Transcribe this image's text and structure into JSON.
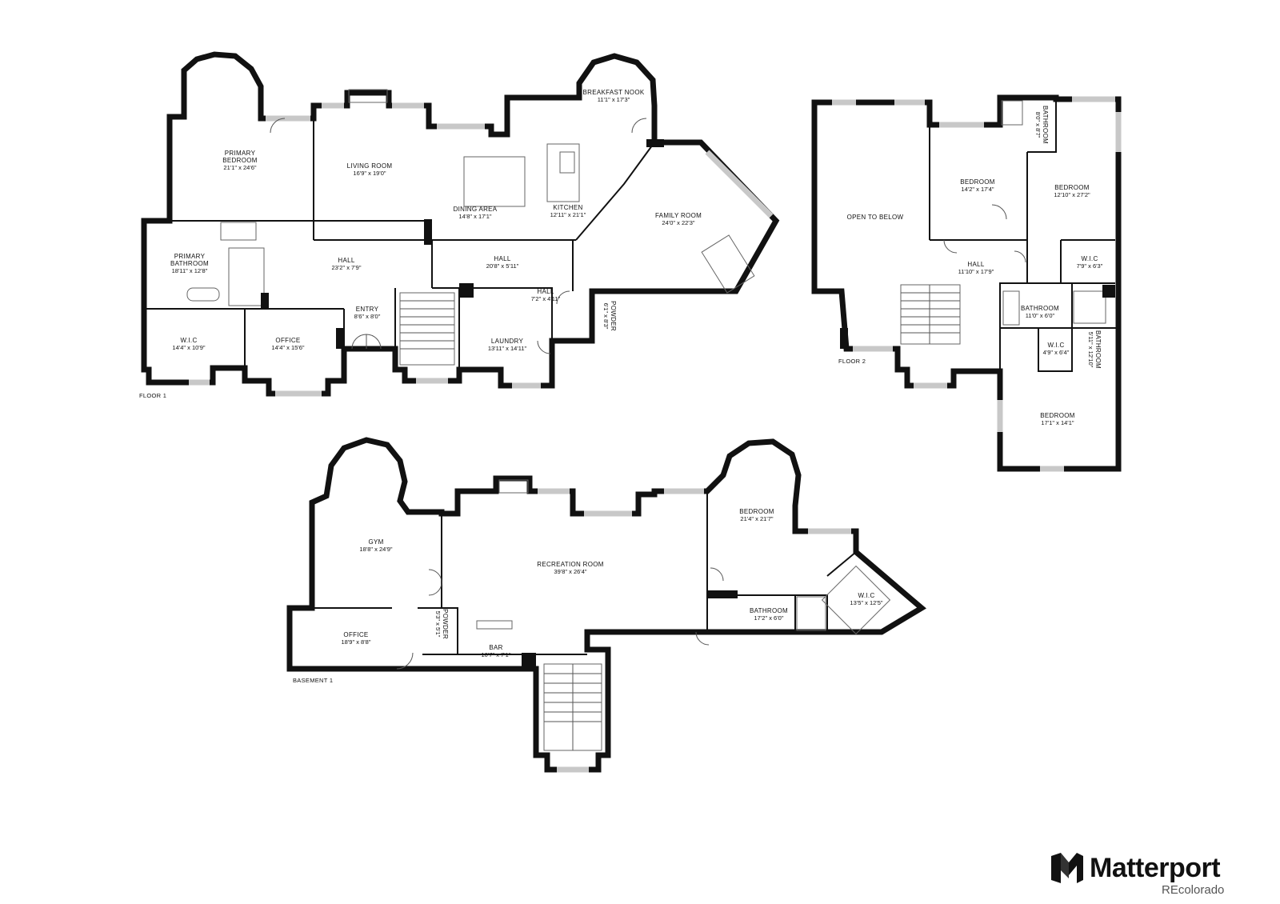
{
  "floors": [
    {
      "label": "FLOOR 1",
      "rooms": [
        {
          "name": [
            "PRIMARY",
            "BEDROOM"
          ],
          "dims": "21'1\" x 24'6\""
        },
        {
          "name": [
            "LIVING ROOM"
          ],
          "dims": "16'9\" x 19'0\""
        },
        {
          "name": [
            "BREAKFAST NOOK"
          ],
          "dims": "11'1\" x 17'3\""
        },
        {
          "name": [
            "DINING AREA"
          ],
          "dims": "14'8\" x 17'1\""
        },
        {
          "name": [
            "KITCHEN"
          ],
          "dims": "12'11\" x 21'1\""
        },
        {
          "name": [
            "FAMILY ROOM"
          ],
          "dims": "24'0\" x 22'3\""
        },
        {
          "name": [
            "PRIMARY",
            "BATHROOM"
          ],
          "dims": "18'11\" x 12'8\""
        },
        {
          "name": [
            "HALL"
          ],
          "dims": "23'2\" x 7'9\""
        },
        {
          "name": [
            "HALL"
          ],
          "dims": "20'8\" x 5'11\""
        },
        {
          "name": [
            "HALL"
          ],
          "dims": "7'2\" x 4'11\""
        },
        {
          "name": [
            "POWDER"
          ],
          "dims": "6'1\" x 8'3\""
        },
        {
          "name": [
            "ENTRY"
          ],
          "dims": "8'6\" x 8'0\""
        },
        {
          "name": [
            "W.I.C"
          ],
          "dims": "14'4\" x 10'9\""
        },
        {
          "name": [
            "OFFICE"
          ],
          "dims": "14'4\" x 15'6\""
        },
        {
          "name": [
            "LAUNDRY"
          ],
          "dims": "13'11\" x 14'11\""
        }
      ]
    },
    {
      "label": "FLOOR 2",
      "rooms": [
        {
          "name": [
            "OPEN TO BELOW"
          ],
          "dims": ""
        },
        {
          "name": [
            "BATHROOM"
          ],
          "dims": "8'0\" x 8'7\""
        },
        {
          "name": [
            "BEDROOM"
          ],
          "dims": "14'2\" x 17'4\""
        },
        {
          "name": [
            "BEDROOM"
          ],
          "dims": "12'10\" x 27'2\""
        },
        {
          "name": [
            "W.I.C"
          ],
          "dims": "7'9\" x 6'3\""
        },
        {
          "name": [
            "HALL"
          ],
          "dims": "11'10\" x 17'9\""
        },
        {
          "name": [
            "BATHROOM"
          ],
          "dims": "11'0\" x 6'0\""
        },
        {
          "name": [
            "W.I.C"
          ],
          "dims": "4'9\" x 6'4\""
        },
        {
          "name": [
            "BATHROOM"
          ],
          "dims": "5'11\" x 12'10\""
        },
        {
          "name": [
            "BEDROOM"
          ],
          "dims": "17'1\" x 14'1\""
        }
      ]
    },
    {
      "label": "BASEMENT 1",
      "rooms": [
        {
          "name": [
            "GYM"
          ],
          "dims": "18'8\" x 24'9\""
        },
        {
          "name": [
            "RECREATION ROOM"
          ],
          "dims": "39'8\" x 26'4\""
        },
        {
          "name": [
            "BEDROOM"
          ],
          "dims": "21'4\" x 21'7\""
        },
        {
          "name": [
            "W.I.C"
          ],
          "dims": "13'5\" x 12'5\""
        },
        {
          "name": [
            "BATHROOM"
          ],
          "dims": "17'2\" x 6'0\""
        },
        {
          "name": [
            "OFFICE"
          ],
          "dims": "18'9\" x 8'8\""
        },
        {
          "name": [
            "POWDER"
          ],
          "dims": "5'3\" x 5'1\""
        },
        {
          "name": [
            "BAR"
          ],
          "dims": "10'7\" x 7'1\""
        }
      ]
    }
  ],
  "brand": {
    "name": "Matterport",
    "icon": "matterport-logo-icon"
  },
  "credit": "REcolorado",
  "colors": {
    "wall": "#111111",
    "window": "#c8c8c8",
    "background": "#ffffff",
    "credit": "#555555"
  }
}
